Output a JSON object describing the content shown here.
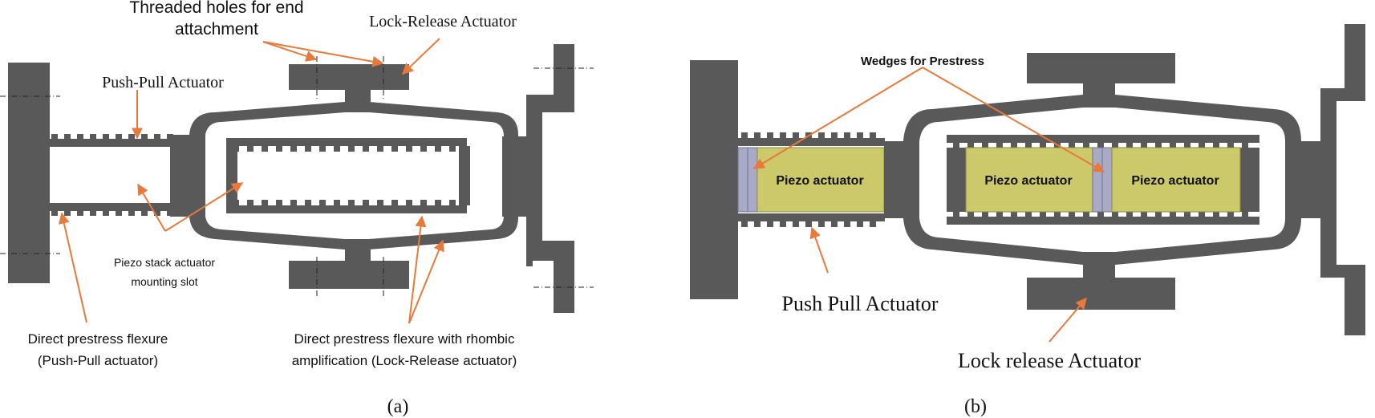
{
  "panel_a": {
    "caption": "(a)",
    "labels": {
      "threaded_holes_line1": "Threaded holes for end",
      "threaded_holes_line2": "attachment",
      "lock_release": "Lock-Release Actuator",
      "push_pull": "Push-Pull Actuator",
      "mounting_slot_line1": "Piezo stack actuator",
      "mounting_slot_line2": "mounting slot",
      "direct_flexure_line1": "Direct prestress flexure",
      "direct_flexure_line2": "(Push-Pull actuator)",
      "rhombic_line1": "Direct prestress flexure with rhombic",
      "rhombic_line2": "amplification (Lock-Release actuator)"
    }
  },
  "panel_b": {
    "caption": "(b)",
    "labels": {
      "wedges": "Wedges for Prestress",
      "piezo_left": "Piezo actuator",
      "piezo_mid": "Piezo actuator",
      "piezo_right": "Piezo actuator",
      "push_pull": "Push Pull Actuator",
      "lock_release": "Lock release Actuator"
    }
  },
  "colors": {
    "structure": "#595959",
    "piezo": "#cbc96a",
    "wedge": "#a9aac6",
    "leader": "#e8793a"
  }
}
